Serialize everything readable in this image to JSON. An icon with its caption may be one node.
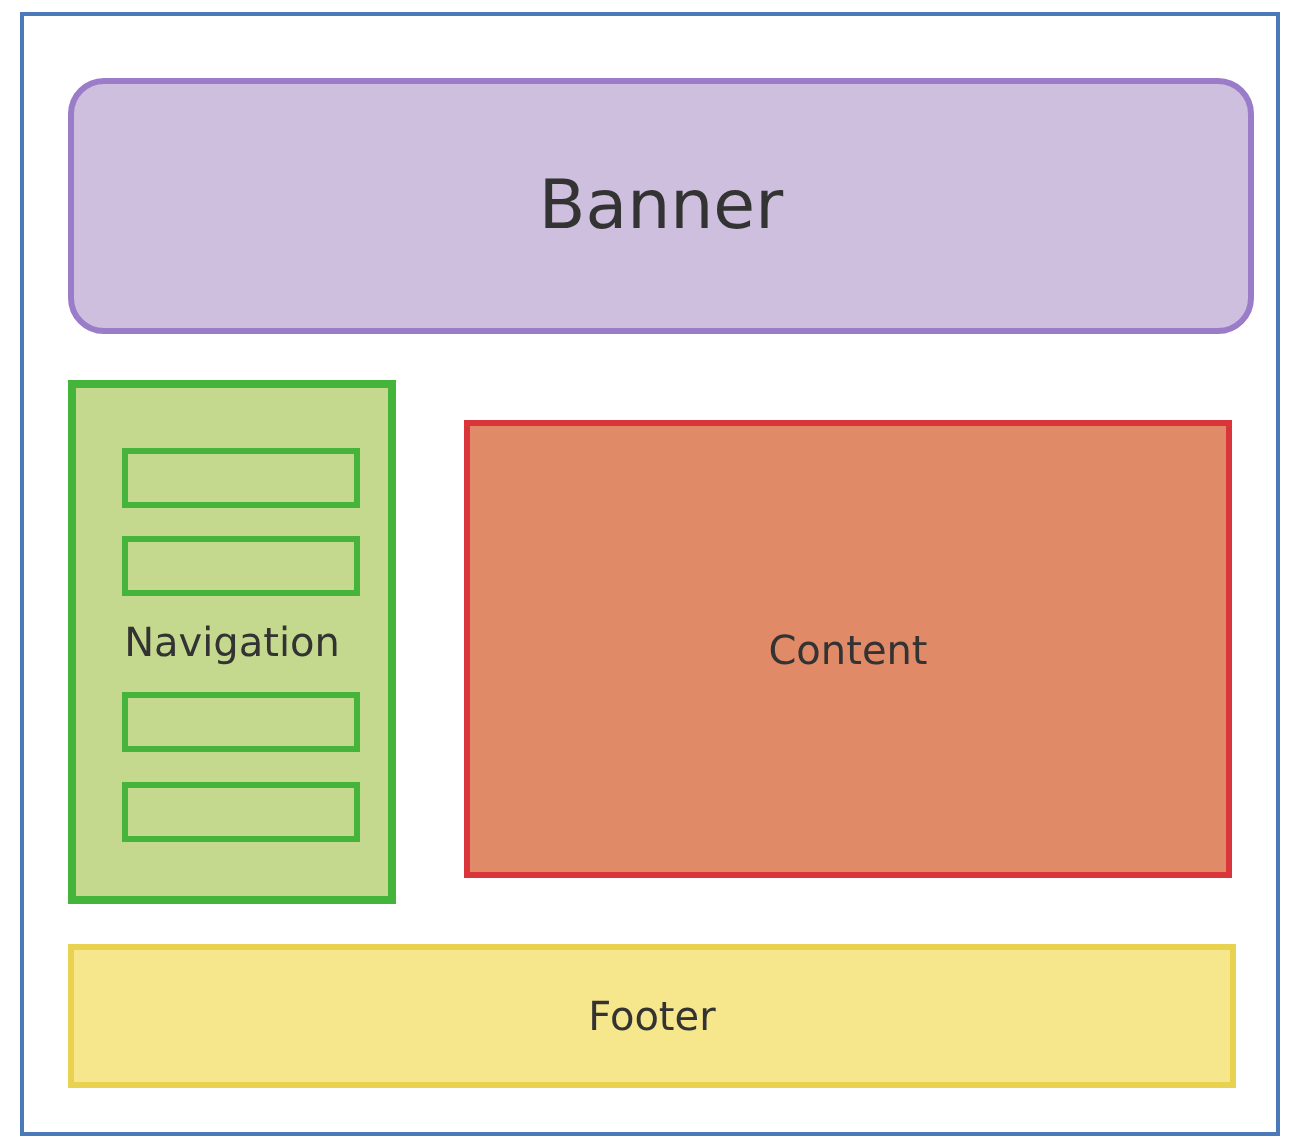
{
  "diagram": {
    "nodes": [
      {
        "text": [],
        "shape": "box"
      },
      {
        "text": [
          "Banner"
        ],
        "in": 0
      },
      {
        "text": [
          "Navigation"
        ],
        "in": 0
      },
      {
        "text": [],
        "shape": "box",
        "in": 2
      },
      {
        "text": [],
        "shape": "box",
        "in": 2
      },
      {
        "text": [],
        "shape": "box",
        "in": 2
      },
      {
        "text": [],
        "shape": "box",
        "in": 2
      },
      {
        "text": [
          "Content"
        ],
        "in": 0
      },
      {
        "text": [
          "Footer"
        ],
        "in": 0
      }
    ]
  }
}
